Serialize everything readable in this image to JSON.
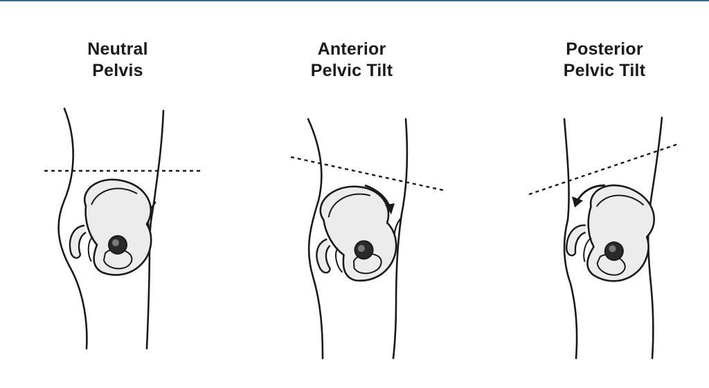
{
  "panels": [
    {
      "id": "neutral",
      "title_line1": "Neutral",
      "title_line2": "Pelvis"
    },
    {
      "id": "anterior",
      "title_line1": "Anterior",
      "title_line2": "Pelvic Tilt"
    },
    {
      "id": "posterior",
      "title_line1": "Posterior",
      "title_line2": "Pelvic Tilt"
    }
  ],
  "colors": {
    "outline": "#1a1a1a",
    "bone_fill": "#ececec",
    "accent_rule": "#3d6b86"
  },
  "icons": {
    "anterior_arrow": "clockwise-curved-arrow-icon",
    "posterior_arrow": "counterclockwise-curved-arrow-icon"
  }
}
